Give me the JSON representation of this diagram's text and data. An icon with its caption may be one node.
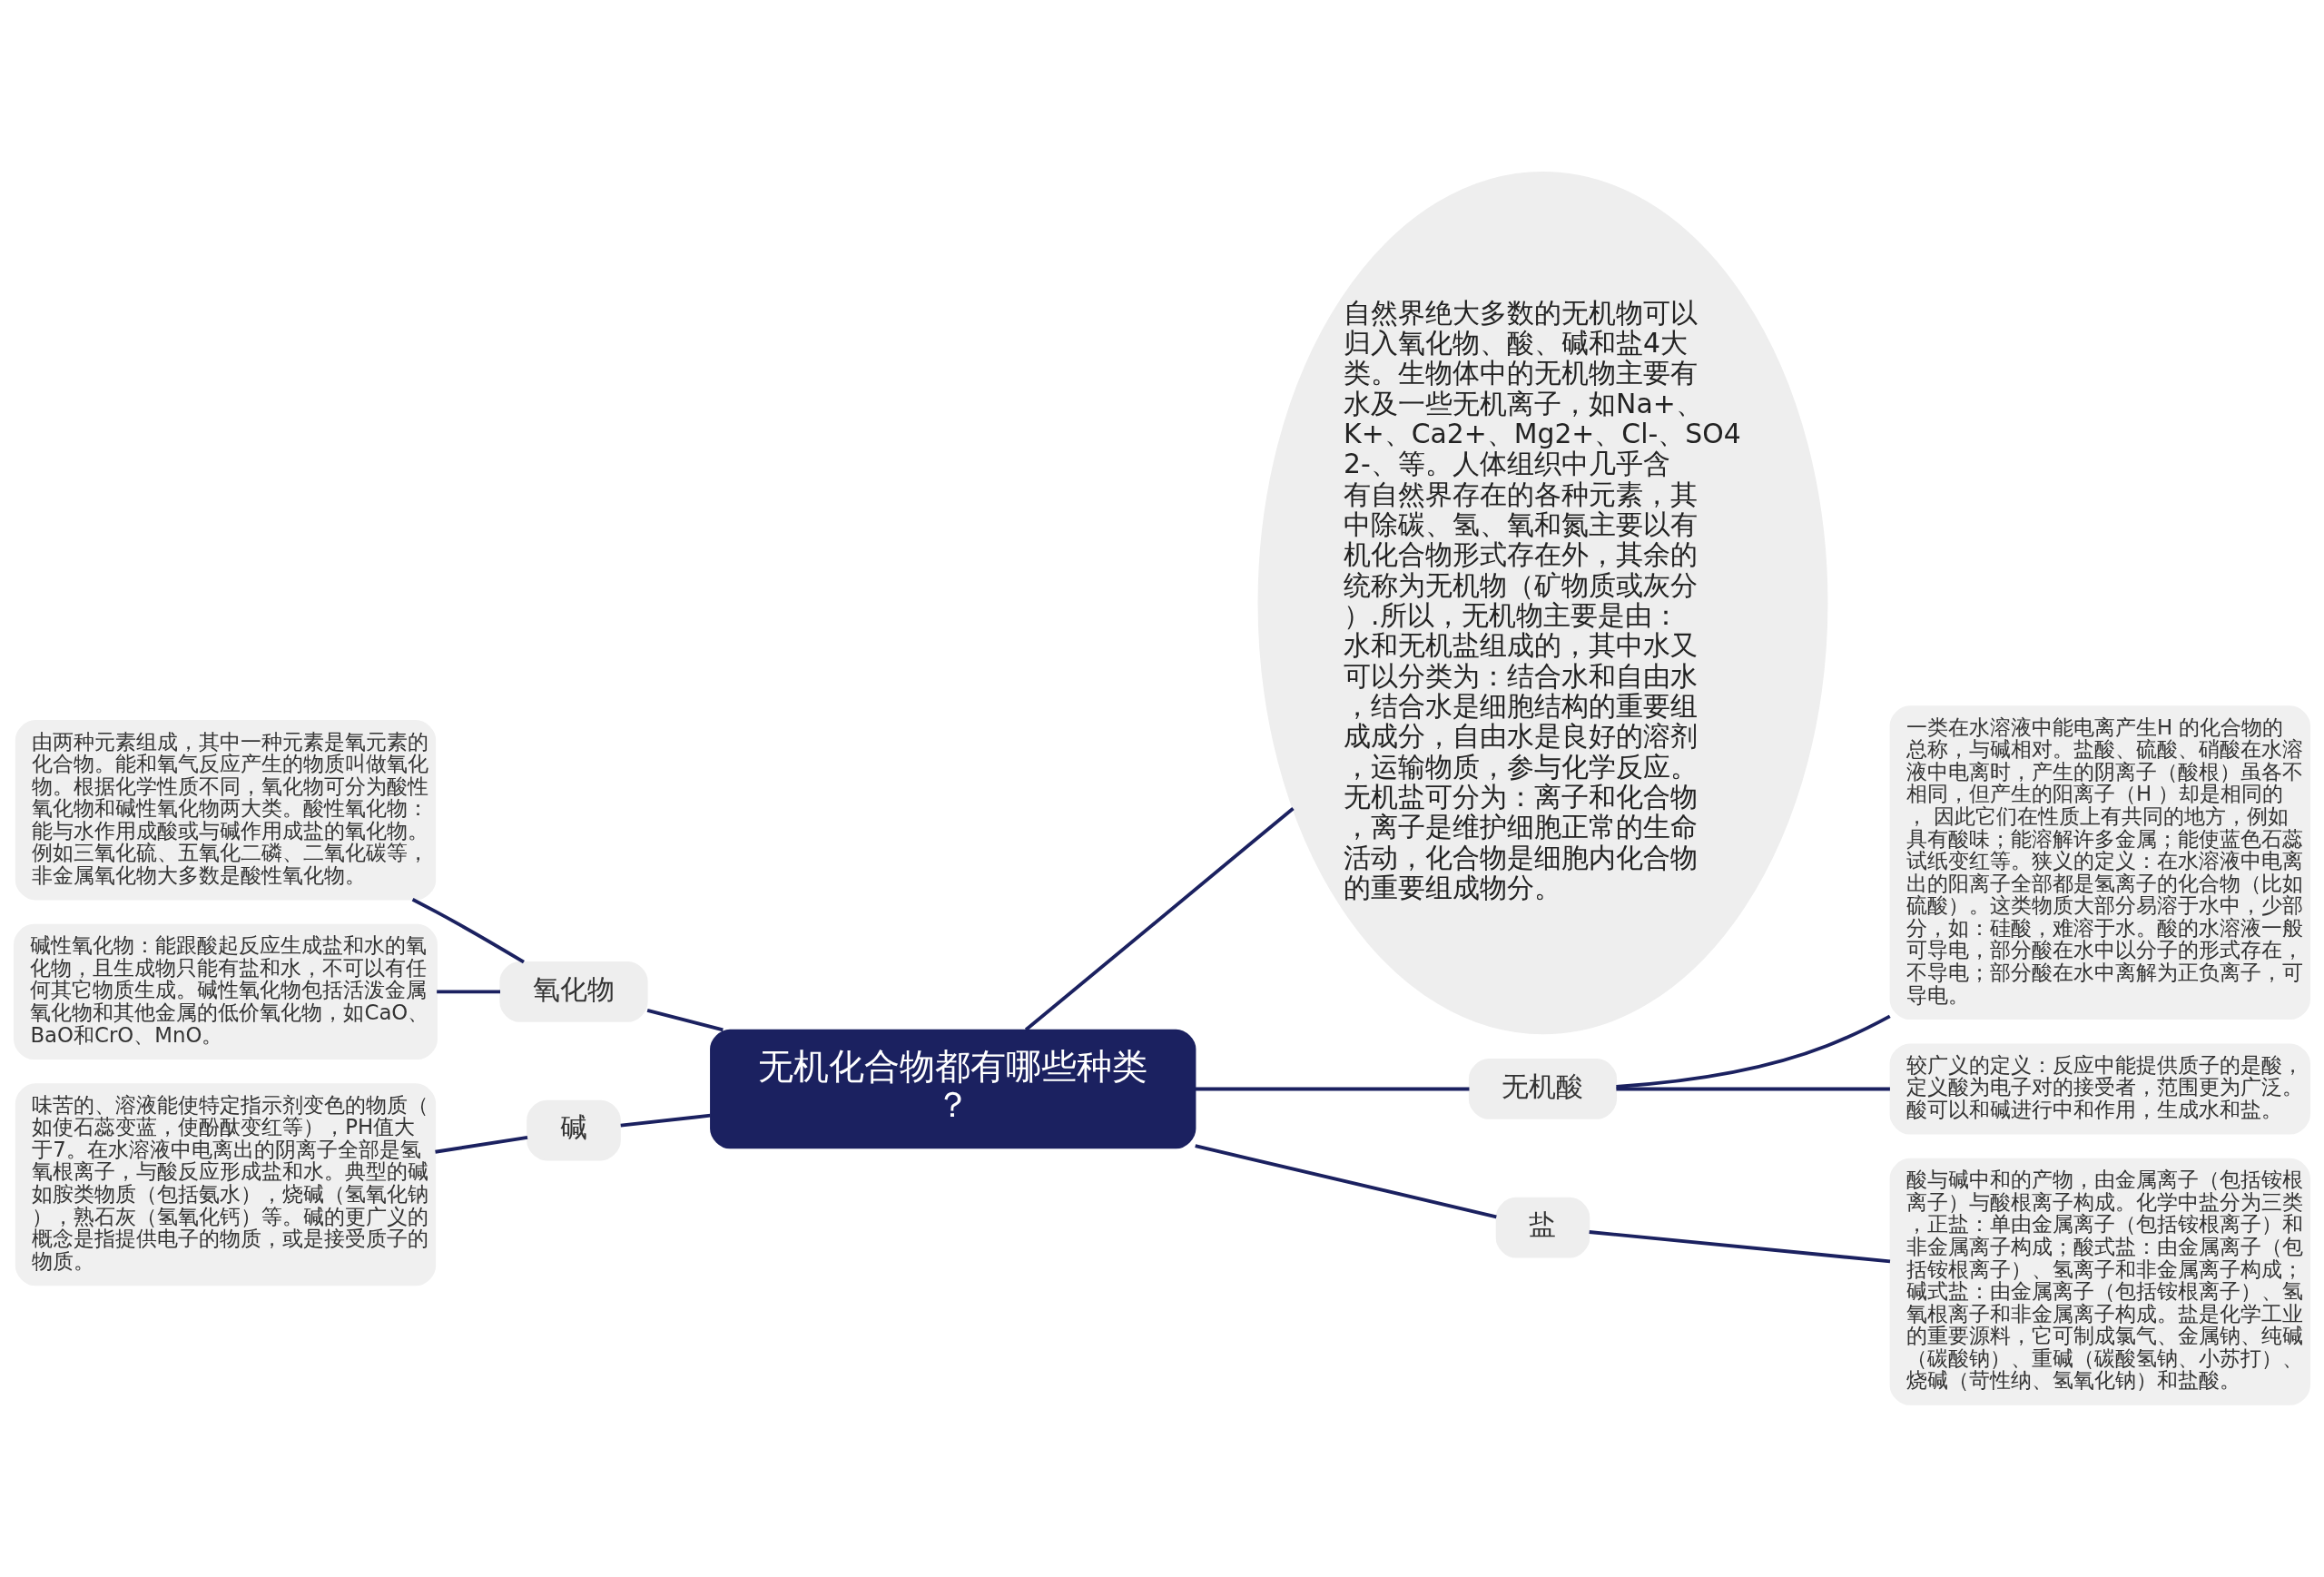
{
  "diagram": {
    "nodes": [
      {
        "text": [
          "无机化合物都有哪些种类？"
        ]
      },
      {
        "text": [
          "自然界绝大多数的无机物可以归入氧化物、酸、碱和盐4大类。生物体中的无机物主要有水及一些无机离子，如Na+、K+、Ca2+、Mg2+、Cl-、SO42-、等。人体组织中几乎含有自然界存在的各种元素，其中除碳、氢、氧和氮主要以有机化合物形式存在外，其余的统称为无机物（矿物质或灰分）.所以，无机物主要是由：水和无机盐组成的，其中水又可以分类为：结合水和自由水，结合水是细胞结构的重要组成成分，自由水是良好的溶剂，运输物质，参与化学反应。无机盐可分为：离子和化合物，离子是维护细胞正常的生命活动，化合物是细胞内化合物的重要组成物分。"
        ]
      },
      {
        "text": [
          "氧化物"
        ]
      },
      {
        "text": [
          "由两种元素组成，其中一种元素是氧元素的化合物。能和氧气反应产生的物质叫做氧化物。根据化学性质不同，氧化物可分为酸性氧化物和碱性氧化物两大类。酸性氧化物：能与水作用成酸或与碱作用成盐的氧化物。例如三氧化硫、五氧化二磷、二氧化碳等，非金属氧化物大多数是酸性氧化物。"
        ]
      },
      {
        "text": [
          "碱性氧化物：能跟酸起反应生成盐和水的氧化物，且生成物只能有盐和水，不可以有任何其它物质生成。碱性氧化物包括活泼金属氧化物和其他金属的低价氧化物，如CaO、BaO和CrO、MnO。"
        ]
      },
      {
        "text": [
          "碱"
        ]
      },
      {
        "text": [
          "味苦的、溶液能使特定指示剂变色的物质（如使石蕊变蓝，使酚酞变红等），PH值大于7。在水溶液中电离出的阴离子全部是氢氧根离子，与酸反应形成盐和水。典型的碱如胺类物质（包括氨水），烧碱（氢氧化钠），熟石灰（氢氧化钙）等。碱的更广义的概念是指提供电子的物质，或是接受质子的物质。"
        ]
      },
      {
        "text": [
          "无机酸"
        ]
      },
      {
        "text": [
          "一类在水溶液中能电离产生H 的化合物的总称，与碱相对。盐酸、硫酸、硝酸在水溶液中电离时，产生的阴离子（酸根）虽各不相同，但产生的阳离子（H ）却是相同的， 因此它们在性质上有共同的地方，例如具有酸味；能溶解许多金属；能使蓝色石蕊试纸变红等。狭义的定义：在水溶液中电离出的阳离子全部都是氢离子的化合物（比如硫酸）。这类物质大部分易溶于水中，少部分，如：硅酸，难溶于水。酸的水溶液一般可导电，部分酸在水中以分子的形式存在，不导电；部分酸在水中离解为正负离子，可导电。"
        ]
      },
      {
        "text": [
          "较广义的定义：反应中能提供质子的是酸，定义酸为电子对的接受者，范围更为广泛。酸可以和碱进行中和作用，生成水和盐。"
        ]
      },
      {
        "text": [
          "盐"
        ]
      },
      {
        "text": [
          "酸与碱中和的产物，由金属离子（包括铵根离子）与酸根离子构成。化学中盐分为三类，正盐：单由金属离子（包括铵根离子）和非金属离子构成；酸式盐：由金属离子（包括铵根离子）、氢离子和非金属离子构成；碱式盐：由金属离子（包括铵根离子）、氢氧根离子和非金属离子构成。盐是化学工业的重要源料，它可制成氯气、金属钠、纯碱（碳酸钠）、重碱（碳酸氢钠、小苏打）、烧碱（苛性纳、氢氧化钠）和盐酸。"
        ]
      }
    ],
    "edges": [
      {
        "from": 0,
        "to": 1,
        "arrow": "none"
      },
      {
        "from": 0,
        "to": 2,
        "arrow": "none"
      },
      {
        "from": 2,
        "to": 3,
        "arrow": "none"
      },
      {
        "from": 2,
        "to": 4,
        "arrow": "none"
      },
      {
        "from": 0,
        "to": 5,
        "arrow": "none"
      },
      {
        "from": 5,
        "to": 6,
        "arrow": "none"
      },
      {
        "from": 0,
        "to": 7,
        "arrow": "none"
      },
      {
        "from": 7,
        "to": 8,
        "arrow": "none"
      },
      {
        "from": 7,
        "to": 9,
        "arrow": "none"
      },
      {
        "from": 0,
        "to": 10,
        "arrow": "none"
      },
      {
        "from": 10,
        "to": 11,
        "arrow": "none"
      }
    ]
  }
}
